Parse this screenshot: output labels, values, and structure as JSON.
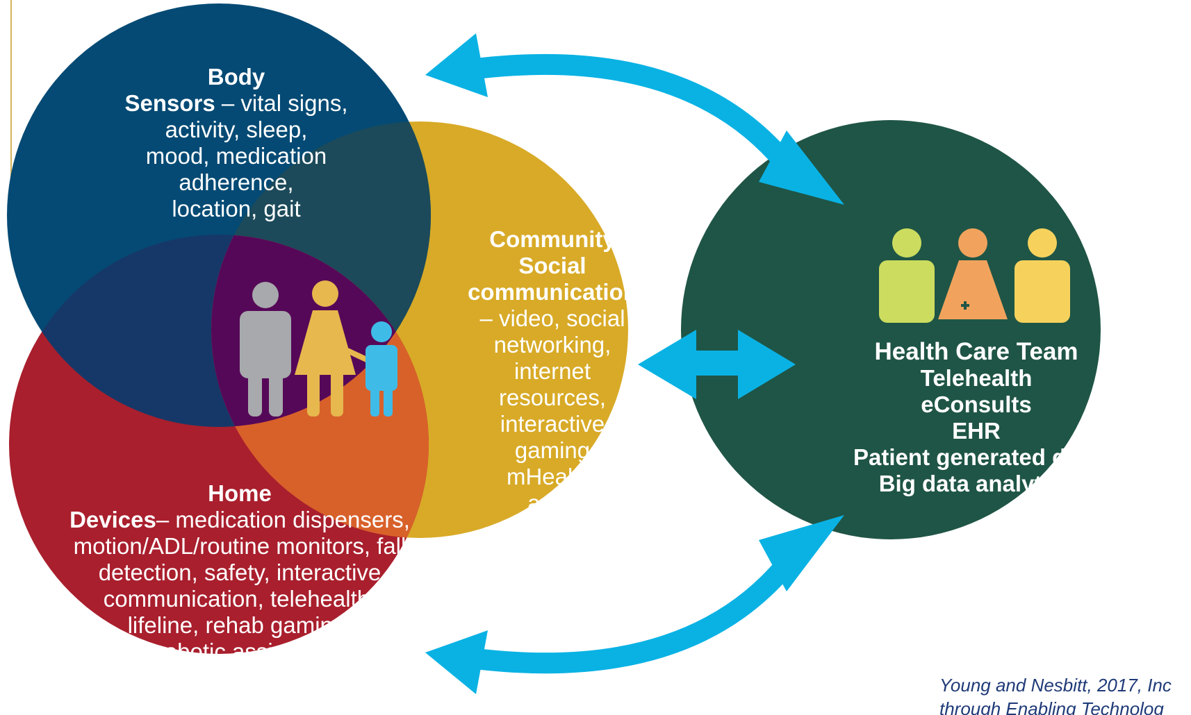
{
  "colors": {
    "body": "#044a74",
    "community": "#d8aa27",
    "home": "#a91f2d",
    "health_team": "#1f5546",
    "arrows": "#0ab2e4",
    "overlap_center": "#560858"
  },
  "body": {
    "title": "Body",
    "lead": "Sensors",
    "lines": [
      "– vital signs,",
      "activity, sleep,",
      "mood, medication",
      "adherence,",
      "location, gait"
    ]
  },
  "community": {
    "title": "Community",
    "subtitle_1": "Social",
    "subtitle_2": "communication",
    "lines": [
      "– video, social",
      "networking,",
      "internet",
      "resources,",
      "interactive",
      "gaming",
      "mHealth,",
      "apps"
    ]
  },
  "home": {
    "title": "Home",
    "lead": "Devices",
    "lines": [
      "– medication dispensers,",
      "motion/ADL/routine monitors, fall",
      "detection, safety, interactive",
      "communication, telehealth,",
      "lifeline, rehab gaming,",
      "robotic assistant"
    ]
  },
  "health_team": {
    "title": "Health Care Team",
    "items": [
      "Telehealth",
      "eConsults",
      "EHR",
      "Patient generated data",
      "Big data analytics"
    ]
  },
  "icons": [
    "family-icon",
    "health-care-team-icon",
    "double-arrow-icon"
  ],
  "citation": {
    "line1": "Young and Nesbitt, 2017, Inc",
    "line2": "through Enabling Technolog"
  }
}
